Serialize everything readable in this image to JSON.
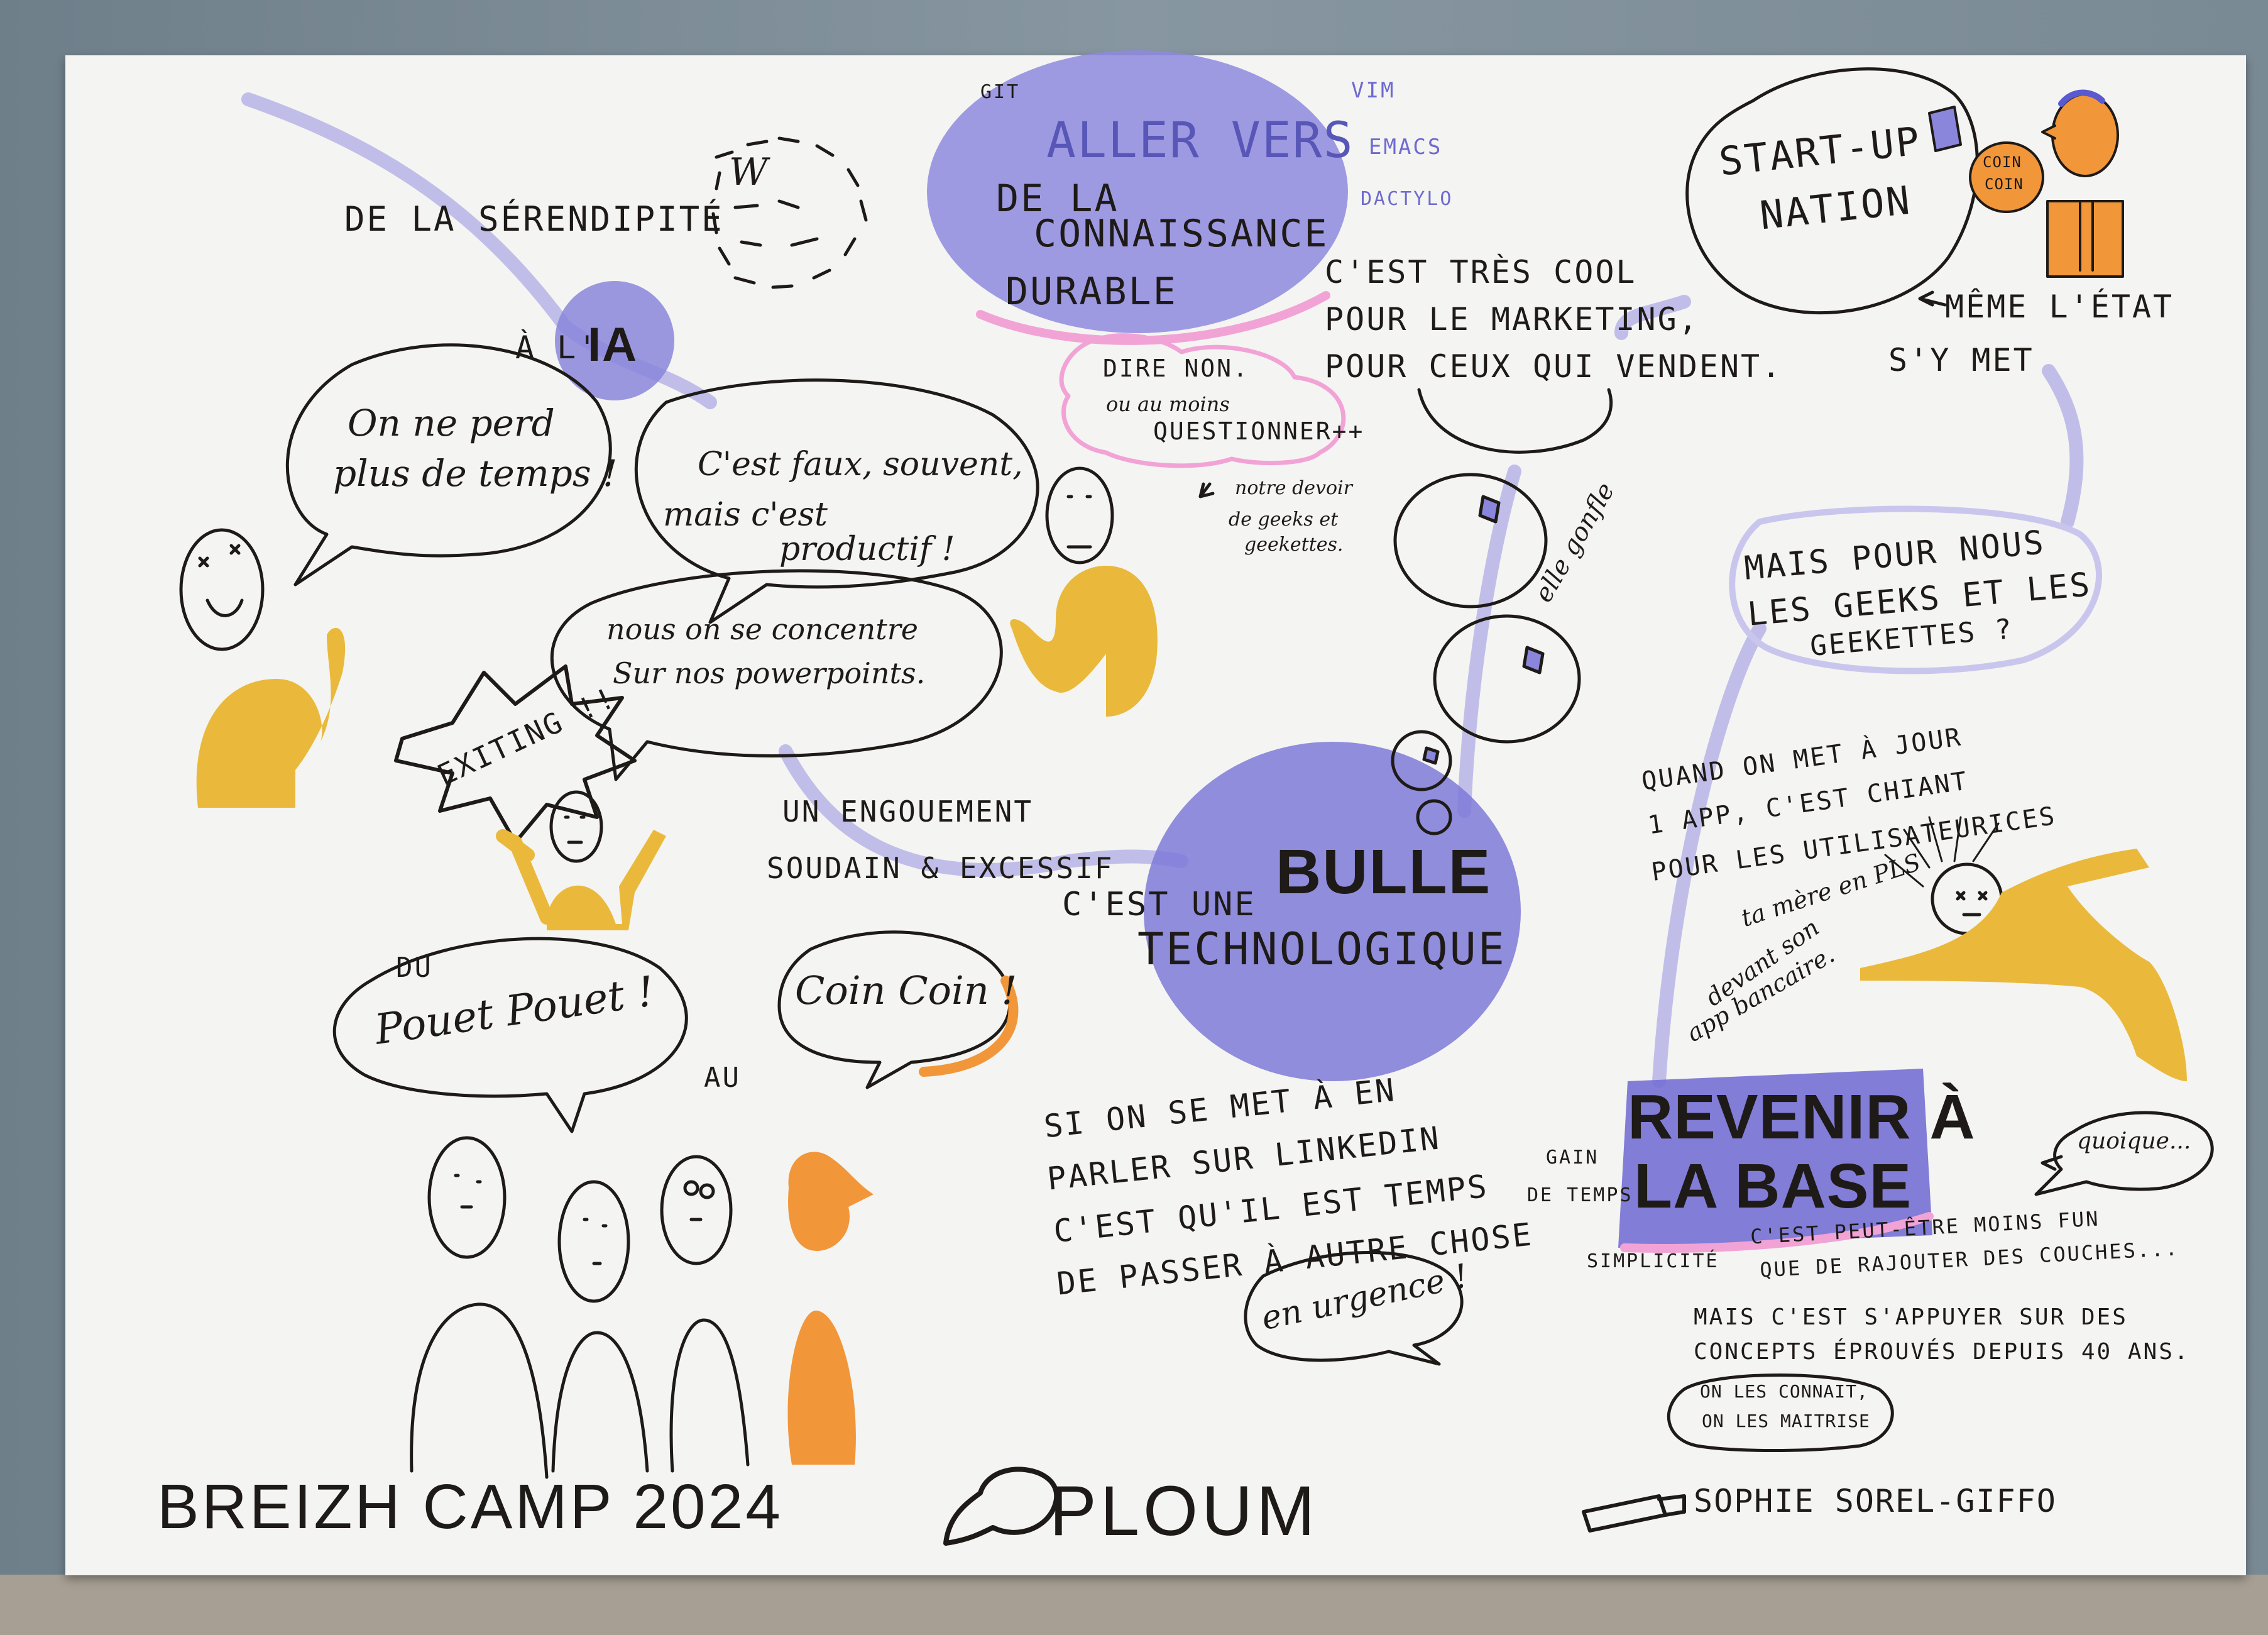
{
  "title": {
    "line1": "ALLER VERS",
    "line2": "DE LA",
    "line3": "CONNAISSANCE",
    "line4": "DURABLE"
  },
  "tools": [
    "GIT",
    "VIM",
    "EMACS",
    "DACTYLO"
  ],
  "serendipity": {
    "text": "DE LA SÉRENDIPITÉ",
    "ia_prefix": "À L'",
    "ia": "IA",
    "wiki_letter": "W"
  },
  "bubbles": {
    "no_time": [
      "On ne perd",
      "plus de temps !"
    ],
    "false_often": [
      "C'est faux, souvent,",
      "mais c'est",
      "productif !"
    ],
    "focus": [
      "nous on se concentre",
      "Sur nos powerpoints."
    ],
    "exciting": "EXITING !!",
    "pouet": "Pouet Pouet !",
    "coin": "Coin Coin !",
    "urgence": "en urgence !",
    "quoique": "quoique..."
  },
  "du_au": {
    "du": "DU",
    "au": "AU"
  },
  "engouement": [
    "UN ENGOUEMENT",
    "SOUDAIN & EXCESSIF"
  ],
  "bulle": {
    "prefix": "C'EST UNE",
    "main": "BULLE",
    "sub": "TECHNOLOGIQUE",
    "gonfle": "elle gonfle"
  },
  "dire_non": {
    "line1": "DIRE NON.",
    "line2": "ou au moins",
    "line3": "QUESTIONNER++",
    "note": [
      "notre devoir",
      "de geeks et",
      "geekettes."
    ]
  },
  "marketing": [
    "C'EST TRÈS COOL",
    "POUR LE MARKETING,",
    "POUR CEUX QUI VENDENT."
  ],
  "startup": {
    "line1": "START-UP",
    "line2": "NATION",
    "coin_bubble": [
      "COIN",
      "COIN"
    ],
    "etat": [
      "MÊME L'ÉTAT",
      "S'Y MET"
    ]
  },
  "geeks_question": [
    "MAIS POUR NOUS",
    "LES GEEKS ET LES",
    "GEEKETTES ?"
  ],
  "update": {
    "lines": [
      "QUAND ON MET À JOUR",
      "1 APP, C'EST CHIANT",
      "POUR LES UTILISATEURICES"
    ],
    "mother": [
      "ta mère en PLS",
      "devant son",
      "app bancaire."
    ]
  },
  "linkedin": [
    "SI ON SE MET À EN",
    "PARLER SUR LINKEDIN",
    "C'EST QU'IL EST TEMPS",
    "DE PASSER À AUTRE CHOSE"
  ],
  "base": {
    "line1": "REVENIR À",
    "line2": "LA BASE",
    "gain": [
      "GAIN",
      "DE TEMPS"
    ],
    "simplicite": "SIMPLICITÉ",
    "less_fun": [
      "C'EST PEUT-ÊTRE MOINS FUN",
      "QUE DE RAJOUTER DES COUCHES..."
    ],
    "concepts": [
      "MAIS C'EST S'APPUYER SUR DES",
      "CONCEPTS ÉPROUVÉS DEPUIS 40 ANS."
    ],
    "known": [
      "ON LES CONNAIT,",
      "ON LES MAITRISE"
    ]
  },
  "footer": {
    "event": "BREIZH CAMP 2024",
    "speaker": "PLOUM",
    "author": "SOPHIE SOREL-GIFFO"
  },
  "colors": {
    "violet": "#8a86dc",
    "violet_dark": "#6f6ad0",
    "yellow": "#eab93c",
    "orange": "#f2963a",
    "pink": "#f2a3d6",
    "ink": "#1e1a17"
  }
}
